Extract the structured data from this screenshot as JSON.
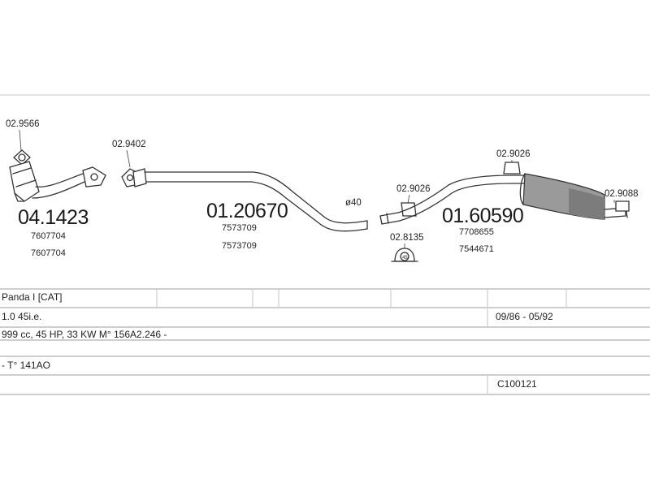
{
  "parts": {
    "gasket_top": "02.9566",
    "catalyst_code": "04.1423",
    "catalyst_oem_1": "7607704",
    "catalyst_oem_2": "7607704",
    "gasket_mid": "02.9402",
    "middle_pipe_code": "01.20670",
    "middle_pipe_oem_1": "7573709",
    "middle_pipe_oem_2": "7573709",
    "diameter": "ø40",
    "hanger_a": "02.9026",
    "clamp": "02.8135",
    "clamp_label": "45",
    "rear_muffler_code": "01.60590",
    "rear_muffler_oem_1": "7708655",
    "rear_muffler_oem_2": "7544671",
    "hanger_b": "02.9026",
    "hanger_c": "02.9088"
  },
  "info_table": {
    "model": "Panda I  [CAT]",
    "engine": "1.0 45i.e.",
    "date_range": "09/86 - 05/92",
    "specs": "999 cc, 45 HP, 33 KW M° 156A2.246 -",
    "type": "- T° 141AO",
    "catalog_no": "C100121"
  },
  "colors": {
    "line": "#333333",
    "muffler": "#9a9a9a",
    "rule": "#cfcfcf"
  }
}
